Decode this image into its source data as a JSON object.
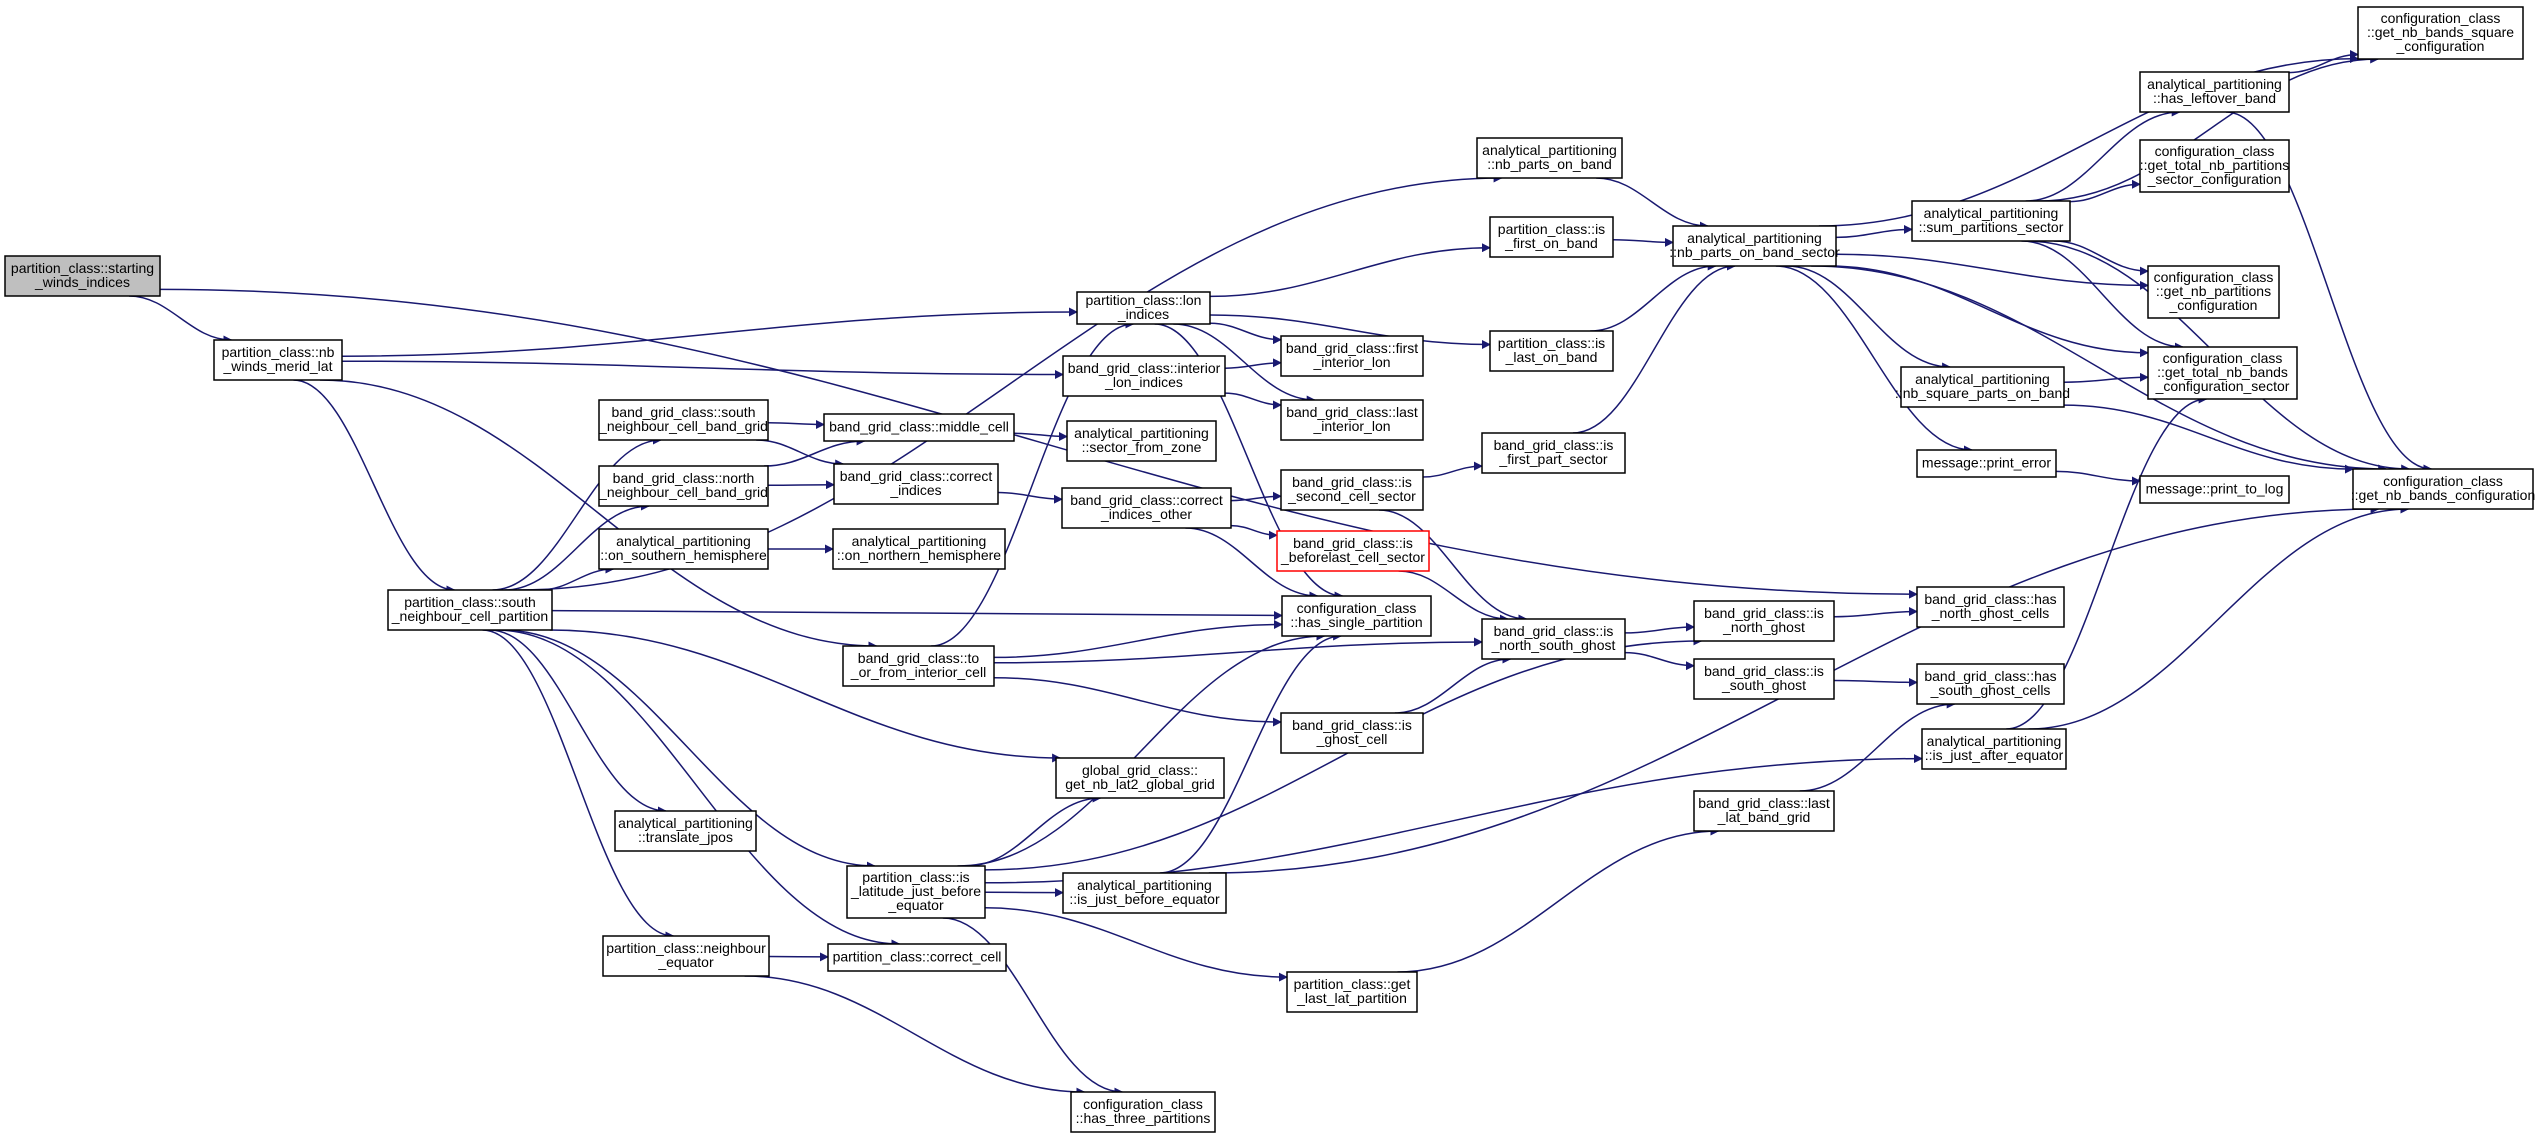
{
  "colors": {
    "edge": "#191970",
    "root_fill": "#bfbfbf",
    "highlight_border": "#ff0000"
  },
  "nodes": [
    {
      "id": "root",
      "lines": [
        "partition_class::starting",
        "_winds_indices"
      ],
      "style": "root"
    },
    {
      "id": "nbwinds",
      "lines": [
        "partition_class::nb",
        "_winds_merid_lat"
      ]
    },
    {
      "id": "lonidx",
      "lines": [
        "partition_class::lon",
        "_indices"
      ]
    },
    {
      "id": "interior",
      "lines": [
        "band_grid_class::interior",
        "_lon_indices"
      ]
    },
    {
      "id": "southneigh",
      "lines": [
        "partition_class::south",
        "_neighbour_cell_partition"
      ]
    },
    {
      "id": "nbparts",
      "lines": [
        "analytical_partitioning",
        "::nb_parts_on_band"
      ]
    },
    {
      "id": "isfirstband",
      "lines": [
        "partition_class::is",
        "_first_on_band"
      ]
    },
    {
      "id": "islastband",
      "lines": [
        "partition_class::is",
        "_last_on_band"
      ]
    },
    {
      "id": "nbpartssector",
      "lines": [
        "analytical_partitioning",
        "::nb_parts_on_band_sector"
      ]
    },
    {
      "id": "sumparts",
      "lines": [
        "analytical_partitioning",
        "::sum_partitions_sector"
      ]
    },
    {
      "id": "leftover",
      "lines": [
        "analytical_partitioning",
        "::has_leftover_band"
      ]
    },
    {
      "id": "sqconf",
      "lines": [
        "configuration_class",
        "::get_nb_bands_square",
        "_configuration"
      ]
    },
    {
      "id": "totalsector",
      "lines": [
        "configuration_class",
        "::get_total_nb_partitions",
        "_sector_configuration"
      ]
    },
    {
      "id": "nbpartconf",
      "lines": [
        "configuration_class",
        "::get_nb_partitions",
        "_configuration"
      ]
    },
    {
      "id": "totalbands",
      "lines": [
        "configuration_class",
        "::get_total_nb_bands",
        "_configuration_sector"
      ]
    },
    {
      "id": "nbsquare",
      "lines": [
        "analytical_partitioning",
        "::nb_square_parts_on_band"
      ]
    },
    {
      "id": "printerror",
      "lines": [
        "message::print_error"
      ]
    },
    {
      "id": "printlog",
      "lines": [
        "message::print_to_log"
      ]
    },
    {
      "id": "bandsconf",
      "lines": [
        "configuration_class",
        "::get_nb_bands_configuration"
      ]
    },
    {
      "id": "firstint",
      "lines": [
        "band_grid_class::first",
        "_interior_lon"
      ]
    },
    {
      "id": "lastint",
      "lines": [
        "band_grid_class::last",
        "_interior_lon"
      ]
    },
    {
      "id": "southband",
      "lines": [
        "band_grid_class::south",
        "_neighbour_cell_band_grid"
      ]
    },
    {
      "id": "northband",
      "lines": [
        "band_grid_class::north",
        "_neighbour_cell_band_grid"
      ]
    },
    {
      "id": "middle",
      "lines": [
        "band_grid_class::middle_cell"
      ]
    },
    {
      "id": "sectorzone",
      "lines": [
        "analytical_partitioning",
        "::sector_from_zone"
      ]
    },
    {
      "id": "correctidx",
      "lines": [
        "band_grid_class::correct",
        "_indices"
      ]
    },
    {
      "id": "correctother",
      "lines": [
        "band_grid_class::correct",
        "_indices_other"
      ]
    },
    {
      "id": "second",
      "lines": [
        "band_grid_class::is",
        "_second_cell_sector"
      ]
    },
    {
      "id": "firstpart",
      "lines": [
        "band_grid_class::is",
        "_first_part_sector"
      ]
    },
    {
      "id": "beforelast",
      "lines": [
        "band_grid_class::is",
        "_beforelast_cell_sector"
      ],
      "style": "red"
    },
    {
      "id": "onsouth",
      "lines": [
        "analytical_partitioning",
        "::on_southern_hemisphere"
      ]
    },
    {
      "id": "onnorth",
      "lines": [
        "analytical_partitioning",
        "::on_northern_hemisphere"
      ]
    },
    {
      "id": "single",
      "lines": [
        "configuration_class",
        "::has_single_partition"
      ]
    },
    {
      "id": "northsouth",
      "lines": [
        "band_grid_class::is",
        "_north_south_ghost"
      ]
    },
    {
      "id": "northghost",
      "lines": [
        "band_grid_class::is",
        "_north_ghost"
      ]
    },
    {
      "id": "southghost",
      "lines": [
        "band_grid_class::is",
        "_south_ghost"
      ]
    },
    {
      "id": "hasnorth",
      "lines": [
        "band_grid_class::has",
        "_north_ghost_cells"
      ]
    },
    {
      "id": "hassouth",
      "lines": [
        "band_grid_class::has",
        "_south_ghost_cells"
      ]
    },
    {
      "id": "toorfrom",
      "lines": [
        "band_grid_class::to",
        "_or_from_interior_cell"
      ]
    },
    {
      "id": "ghostcell",
      "lines": [
        "band_grid_class::is",
        "_ghost_cell"
      ]
    },
    {
      "id": "justafter",
      "lines": [
        "analytical_partitioning",
        "::is_just_after_equator"
      ]
    },
    {
      "id": "lastlat",
      "lines": [
        "band_grid_class::last",
        "_lat_band_grid"
      ]
    },
    {
      "id": "nblat2",
      "lines": [
        "global_grid_class::",
        "get_nb_lat2_global_grid"
      ]
    },
    {
      "id": "translate",
      "lines": [
        "analytical_partitioning",
        "::translate_jpos"
      ]
    },
    {
      "id": "islatbefore",
      "lines": [
        "partition_class::is",
        "_latitude_just_before",
        "_equator"
      ]
    },
    {
      "id": "justbefore",
      "lines": [
        "analytical_partitioning",
        "::is_just_before_equator"
      ]
    },
    {
      "id": "neighbour",
      "lines": [
        "partition_class::neighbour",
        "_equator"
      ]
    },
    {
      "id": "correctcell",
      "lines": [
        "partition_class::correct_cell"
      ]
    },
    {
      "id": "getlastlat",
      "lines": [
        "partition_class::get",
        "_last_lat_partition"
      ]
    },
    {
      "id": "three",
      "lines": [
        "configuration_class",
        "::has_three_partitions"
      ]
    }
  ],
  "edges": [
    [
      "root",
      "nbwinds"
    ],
    [
      "root",
      "hasnorth"
    ],
    [
      "nbwinds",
      "lonidx"
    ],
    [
      "nbwinds",
      "interior"
    ],
    [
      "nbwinds",
      "southneigh"
    ],
    [
      "nbwinds",
      "toorfrom"
    ],
    [
      "lonidx",
      "isfirstband"
    ],
    [
      "lonidx",
      "islastband"
    ],
    [
      "lonidx",
      "firstint"
    ],
    [
      "lonidx",
      "lastint"
    ],
    [
      "lonidx",
      "single"
    ],
    [
      "interior",
      "firstint"
    ],
    [
      "interior",
      "lastint"
    ],
    [
      "isfirstband",
      "nbpartssector"
    ],
    [
      "islastband",
      "nbpartssector"
    ],
    [
      "nbparts",
      "nbpartssector"
    ],
    [
      "nbpartssector",
      "sumparts"
    ],
    [
      "nbpartssector",
      "sqconf"
    ],
    [
      "nbpartssector",
      "nbpartconf"
    ],
    [
      "nbpartssector",
      "totalbands"
    ],
    [
      "nbpartssector",
      "nbsquare"
    ],
    [
      "nbpartssector",
      "printerror"
    ],
    [
      "nbpartssector",
      "bandsconf"
    ],
    [
      "sumparts",
      "leftover"
    ],
    [
      "sumparts",
      "sqconf"
    ],
    [
      "sumparts",
      "totalsector"
    ],
    [
      "sumparts",
      "nbpartconf"
    ],
    [
      "sumparts",
      "totalbands"
    ],
    [
      "sumparts",
      "bandsconf"
    ],
    [
      "leftover",
      "sqconf"
    ],
    [
      "leftover",
      "bandsconf"
    ],
    [
      "nbsquare",
      "totalbands"
    ],
    [
      "nbsquare",
      "bandsconf"
    ],
    [
      "printerror",
      "printlog"
    ],
    [
      "southneigh",
      "nbparts"
    ],
    [
      "southneigh",
      "southband"
    ],
    [
      "southneigh",
      "northband"
    ],
    [
      "southneigh",
      "onsouth"
    ],
    [
      "southneigh",
      "single"
    ],
    [
      "southneigh",
      "nblat2"
    ],
    [
      "southneigh",
      "translate"
    ],
    [
      "southneigh",
      "islatbefore"
    ],
    [
      "southneigh",
      "neighbour"
    ],
    [
      "southneigh",
      "correctcell"
    ],
    [
      "southband",
      "middle"
    ],
    [
      "southband",
      "correctidx"
    ],
    [
      "northband",
      "middle"
    ],
    [
      "northband",
      "correctidx"
    ],
    [
      "middle",
      "sectorzone"
    ],
    [
      "correctidx",
      "correctother"
    ],
    [
      "correctother",
      "second"
    ],
    [
      "correctother",
      "beforelast"
    ],
    [
      "correctother",
      "single"
    ],
    [
      "second",
      "firstpart"
    ],
    [
      "second",
      "northsouth"
    ],
    [
      "firstpart",
      "nbpartssector"
    ],
    [
      "beforelast",
      "northsouth"
    ],
    [
      "onsouth",
      "onnorth"
    ],
    [
      "toorfrom",
      "lonidx"
    ],
    [
      "toorfrom",
      "single"
    ],
    [
      "toorfrom",
      "northsouth"
    ],
    [
      "toorfrom",
      "ghostcell"
    ],
    [
      "ghostcell",
      "northsouth"
    ],
    [
      "northsouth",
      "northghost"
    ],
    [
      "northsouth",
      "southghost"
    ],
    [
      "northghost",
      "hasnorth"
    ],
    [
      "southghost",
      "hassouth"
    ],
    [
      "justafter",
      "totalbands"
    ],
    [
      "justafter",
      "bandsconf"
    ],
    [
      "lastlat",
      "hassouth"
    ],
    [
      "islatbefore",
      "nblat2"
    ],
    [
      "islatbefore",
      "justbefore"
    ],
    [
      "islatbefore",
      "single"
    ],
    [
      "islatbefore",
      "northghost"
    ],
    [
      "islatbefore",
      "justafter"
    ],
    [
      "islatbefore",
      "getlastlat"
    ],
    [
      "islatbefore",
      "three"
    ],
    [
      "justbefore",
      "single"
    ],
    [
      "justbefore",
      "bandsconf"
    ],
    [
      "neighbour",
      "correctcell"
    ],
    [
      "neighbour",
      "three"
    ],
    [
      "getlastlat",
      "lastlat"
    ]
  ]
}
